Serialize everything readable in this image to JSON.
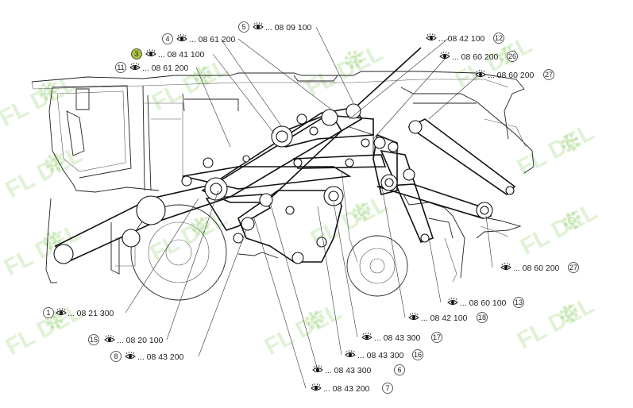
{
  "watermark": "FL DEL",
  "callouts": [
    {
      "num": "1",
      "code": "... 08 21 300",
      "highlight": false
    },
    {
      "num": "3",
      "code": "... 08 41 100",
      "highlight": true
    },
    {
      "num": "4",
      "code": "... 08 61 200",
      "highlight": false
    },
    {
      "num": "5",
      "code": "... 08 09 100",
      "highlight": false
    },
    {
      "num": "6",
      "code": "... 08 43 300",
      "highlight": false
    },
    {
      "num": "7",
      "code": "... 08 43 200",
      "highlight": false
    },
    {
      "num": "8",
      "code": "... 08 43 200",
      "highlight": false
    },
    {
      "num": "11",
      "code": "... 08 61 200",
      "highlight": false
    },
    {
      "num": "12",
      "code": "... 08 42 100",
      "highlight": false
    },
    {
      "num": "13",
      "code": "... 08 60 100",
      "highlight": false
    },
    {
      "num": "15",
      "code": "... 08 20 100",
      "highlight": false
    },
    {
      "num": "16",
      "code": "... 08 43 300",
      "highlight": false
    },
    {
      "num": "17",
      "code": "... 08 43 300",
      "highlight": false
    },
    {
      "num": "18",
      "code": "... 08 42 100",
      "highlight": false
    },
    {
      "num": "26",
      "code": "... 08 60 200",
      "highlight": false
    },
    {
      "num": "27",
      "code": "... 08 60 200",
      "highlight": false
    },
    {
      "num": "27",
      "code": "... 08 60 200",
      "highlight": false
    }
  ],
  "colors": {
    "highlight": "#a9c23f",
    "watermark": "#8fcf6a",
    "ink": "#222222"
  }
}
